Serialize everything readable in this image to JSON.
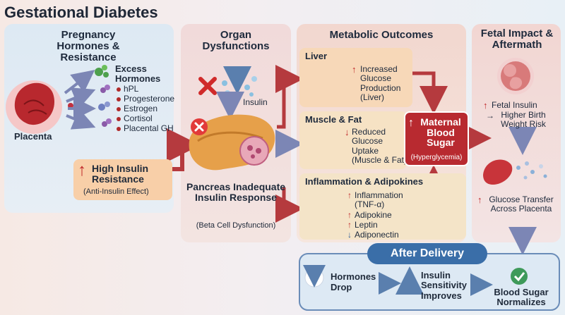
{
  "title": "Gestational Diabetes",
  "colors": {
    "red": "#c0282a",
    "blue": "#2a5a9a",
    "green": "#3e9a5a"
  },
  "col1": {
    "heading": "Pregnancy Hormones & Resistance",
    "placenta": "Placenta",
    "excess_title": "Excess Hormones",
    "hormones": [
      "hPL",
      "Progesterone",
      "Estrogen",
      "Cortisol",
      "Placental GH"
    ],
    "resistance_title": "High Insulin Resistance",
    "resistance_sub": "(Anti-Insulin Effect)"
  },
  "col2": {
    "heading": "Organ Dysfunctions",
    "insulin": "Insulin",
    "pancreas_title": "Pancreas Inadequate Insulin Response",
    "pancreas_sub": "(Beta Cell Dysfunction)"
  },
  "col3": {
    "heading": "Metabolic Outcomes",
    "liver": {
      "title": "Liver",
      "text": "Increased Glucose Production (Liver)"
    },
    "muscle": {
      "title": "Muscle & Fat",
      "text": "Reduced Glucose Uptake (Muscle & Fat)"
    },
    "maternal": {
      "title": "Maternal Blood Sugar",
      "sub": "(Hyperglycemia)"
    },
    "inflammation": {
      "title": "Inflammation & Adipokines",
      "items": [
        {
          "dir": "up",
          "text": "Inflammation (TNF-α)"
        },
        {
          "dir": "up",
          "text": "Adipokine"
        },
        {
          "dir": "up",
          "text": "Leptin"
        },
        {
          "dir": "down",
          "text": "Adiponectin"
        }
      ]
    }
  },
  "col4": {
    "heading": "Fetal Impact & Aftermath",
    "fetal_insulin": "Fetal Insulin",
    "birth_weight": "Higher Birth Weight Risk",
    "transfer": "Glucose Transfer Across Placenta"
  },
  "after": {
    "heading": "After Delivery",
    "hormones_drop": "Hormones Drop",
    "insulin_sensitivity": "Insulin Sensitivity Improves",
    "normalizes": "Blood Sugar Normalizes"
  },
  "arrows": {
    "up": "↑",
    "down": "↓",
    "right": "→",
    "check": "✓",
    "cross": "✕"
  }
}
